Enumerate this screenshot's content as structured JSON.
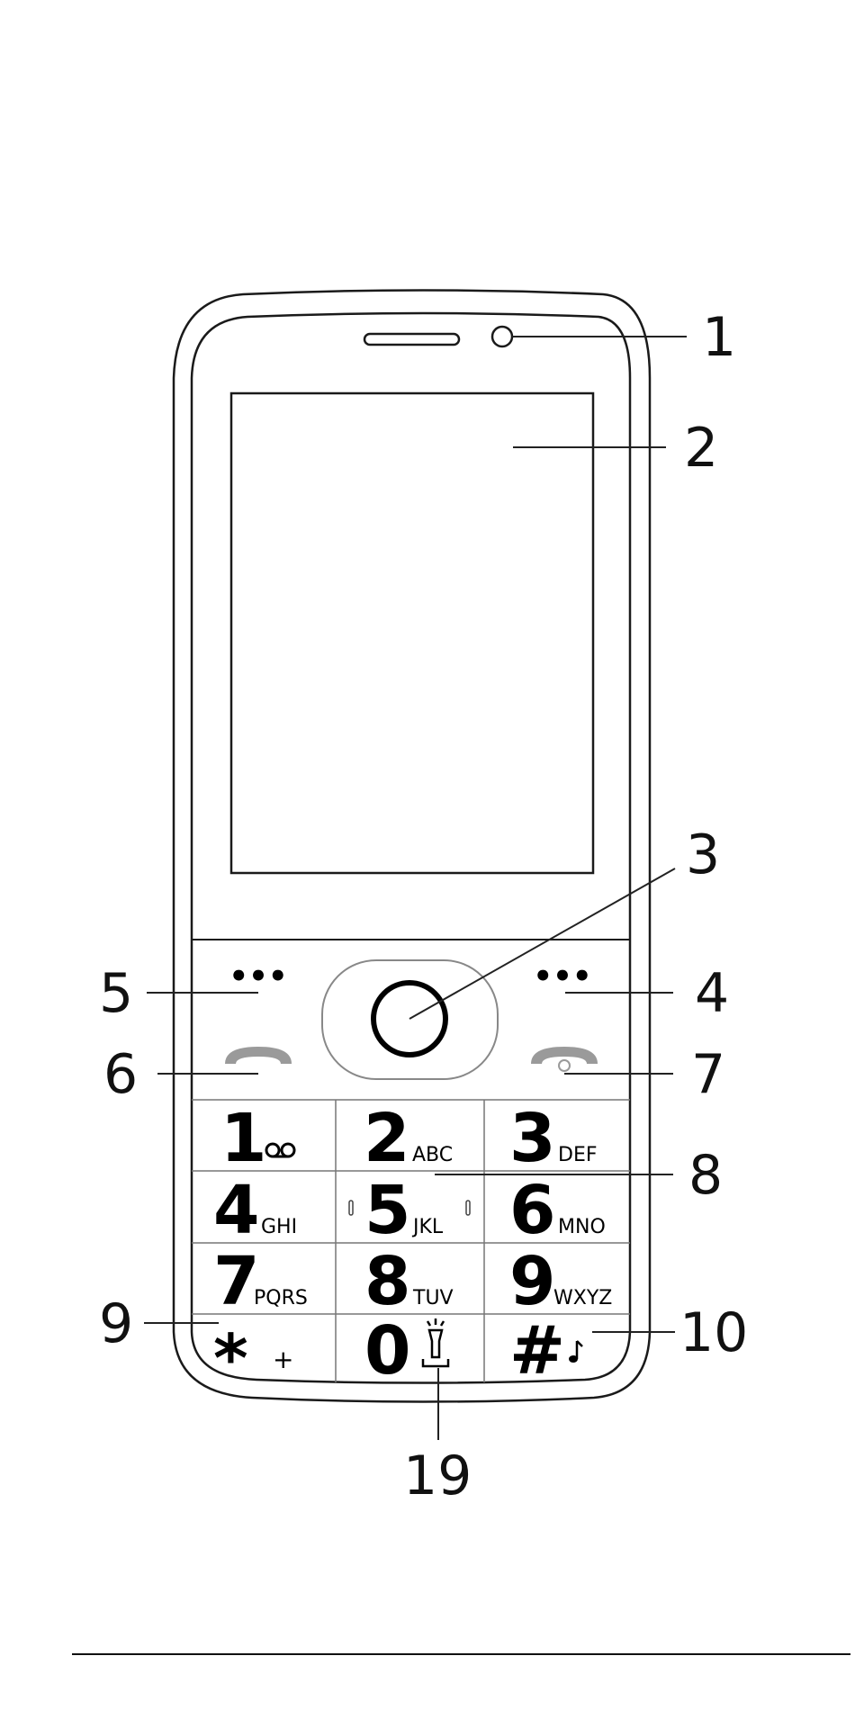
{
  "callouts": {
    "c1": "1",
    "c2": "2",
    "c3": "3",
    "c4": "4",
    "c5": "5",
    "c6": "6",
    "c7": "7",
    "c8": "8",
    "c9": "9",
    "c10": "10",
    "c19": "19"
  },
  "keypad": {
    "k1": {
      "digit": "1",
      "letters": ""
    },
    "k2": {
      "digit": "2",
      "letters": "ABC"
    },
    "k3": {
      "digit": "3",
      "letters": "DEF"
    },
    "k4": {
      "digit": "4",
      "letters": "GHI"
    },
    "k5": {
      "digit": "5",
      "letters": "JKL"
    },
    "k6": {
      "digit": "6",
      "letters": "MNO"
    },
    "k7": {
      "digit": "7",
      "letters": "PQRS"
    },
    "k8": {
      "digit": "8",
      "letters": "TUV"
    },
    "k9": {
      "digit": "9",
      "letters": "WXYZ"
    },
    "kstar": {
      "digit": "*",
      "letters": "+"
    },
    "k0": {
      "digit": "0",
      "letters": ""
    },
    "khash": {
      "digit": "#",
      "letters": ""
    }
  },
  "softkey_dots": "•••",
  "icons": {
    "k1_extra": "voicemail-icon",
    "k0_extra": "flashlight-icon",
    "khash_extra": "music-note-icon",
    "call": "call-icon",
    "end": "end-call-icon"
  }
}
